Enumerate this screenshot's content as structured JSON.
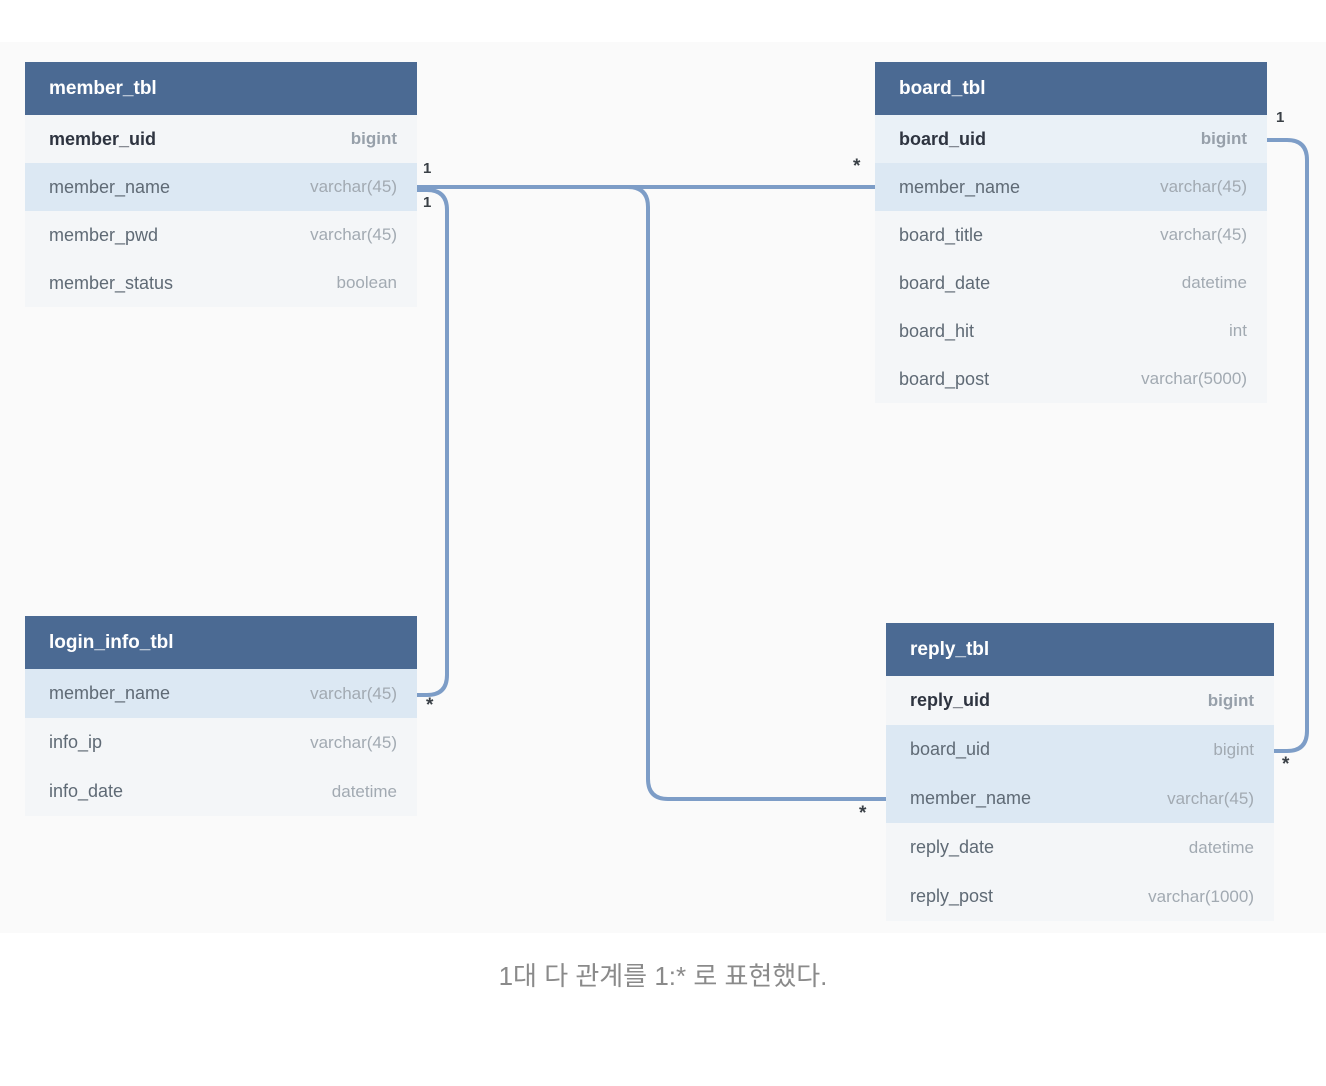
{
  "diagram": {
    "caption": "1대 다 관계를 1:* 로 표현했다.",
    "tables": [
      {
        "title": "member_tbl",
        "columns": [
          {
            "name": "member_uid",
            "type": "bigint",
            "pk": true,
            "highlight": false
          },
          {
            "name": "member_name",
            "type": "varchar(45)",
            "pk": false,
            "highlight": true
          },
          {
            "name": "member_pwd",
            "type": "varchar(45)",
            "pk": false,
            "highlight": false
          },
          {
            "name": "member_status",
            "type": "boolean",
            "pk": false,
            "highlight": false
          }
        ]
      },
      {
        "title": "board_tbl",
        "columns": [
          {
            "name": "board_uid",
            "type": "bigint",
            "pk": true,
            "highlight": true
          },
          {
            "name": "member_name",
            "type": "varchar(45)",
            "pk": false,
            "highlight": true
          },
          {
            "name": "board_title",
            "type": "varchar(45)",
            "pk": false,
            "highlight": false
          },
          {
            "name": "board_date",
            "type": "datetime",
            "pk": false,
            "highlight": false
          },
          {
            "name": "board_hit",
            "type": "int",
            "pk": false,
            "highlight": false
          },
          {
            "name": "board_post",
            "type": "varchar(5000)",
            "pk": false,
            "highlight": false
          }
        ]
      },
      {
        "title": "login_info_tbl",
        "columns": [
          {
            "name": "member_name",
            "type": "varchar(45)",
            "pk": false,
            "highlight": true
          },
          {
            "name": "info_ip",
            "type": "varchar(45)",
            "pk": false,
            "highlight": false
          },
          {
            "name": "info_date",
            "type": "datetime",
            "pk": false,
            "highlight": false
          }
        ]
      },
      {
        "title": "reply_tbl",
        "columns": [
          {
            "name": "reply_uid",
            "type": "bigint",
            "pk": true,
            "highlight": false
          },
          {
            "name": "board_uid",
            "type": "bigint",
            "pk": false,
            "highlight": true
          },
          {
            "name": "member_name",
            "type": "varchar(45)",
            "pk": false,
            "highlight": true
          },
          {
            "name": "reply_date",
            "type": "datetime",
            "pk": false,
            "highlight": false
          },
          {
            "name": "reply_post",
            "type": "varchar(1000)",
            "pk": false,
            "highlight": false
          }
        ]
      }
    ],
    "relationships": [
      {
        "from": "member_tbl.member_name",
        "to": "board_tbl.member_name",
        "from_card": "1",
        "to_card": "*"
      },
      {
        "from": "member_tbl.member_name",
        "to": "login_info_tbl.member_name",
        "from_card": "1",
        "to_card": "*"
      },
      {
        "from": "member_tbl.member_name",
        "to": "reply_tbl.member_name",
        "from_card": "1",
        "to_card": "*"
      },
      {
        "from": "board_tbl.board_uid",
        "to": "reply_tbl.board_uid",
        "from_card": "1",
        "to_card": "*"
      }
    ]
  },
  "colors": {
    "page_bg": "#ffffff",
    "canvas_bg": "#fafafa",
    "table_header_bg": "#4b6a93",
    "table_header_text": "#ffffff",
    "row_bg": "#f4f6f8",
    "row_highlight_bg": "#dce8f3",
    "row_highlight_light_bg": "#eaf1f7",
    "pk_text": "#2e3440",
    "field_text": "#5f6a75",
    "type_text": "#a2aab2",
    "relationship_line": "#7d9dc7",
    "cardinality_text": "#3a4046",
    "caption_text": "#8a8a8a"
  }
}
